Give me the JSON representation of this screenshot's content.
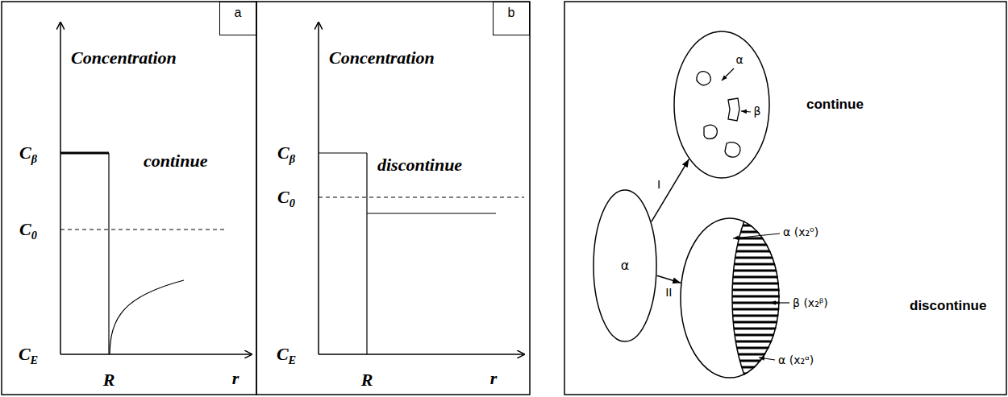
{
  "diagram": {
    "nodes": [
      {
        "text": [
          "a"
        ]
      },
      {
        "text": [
          "b"
        ]
      },
      {
        "text": [
          "α"
        ]
      },
      {
        "text": [
          "α",
          "β",
          "continue"
        ]
      },
      {
        "text": [
          "α (x₂⁰)",
          "β (x₂ᵝ)",
          "α (x₂ᵅ)",
          "discontinue"
        ]
      }
    ],
    "edges": [
      {
        "from": 2,
        "to": 3,
        "label": "I",
        "arrow": "to"
      },
      {
        "from": 2,
        "to": 4,
        "label": "II",
        "arrow": "to"
      }
    ],
    "labels": [
      "Concentration",
      "Cβ",
      "C0",
      "CE",
      "continue",
      "R",
      "r",
      "Concentration",
      "Cβ",
      "C0",
      "CE",
      "discontinue",
      "R",
      "r"
    ]
  }
}
